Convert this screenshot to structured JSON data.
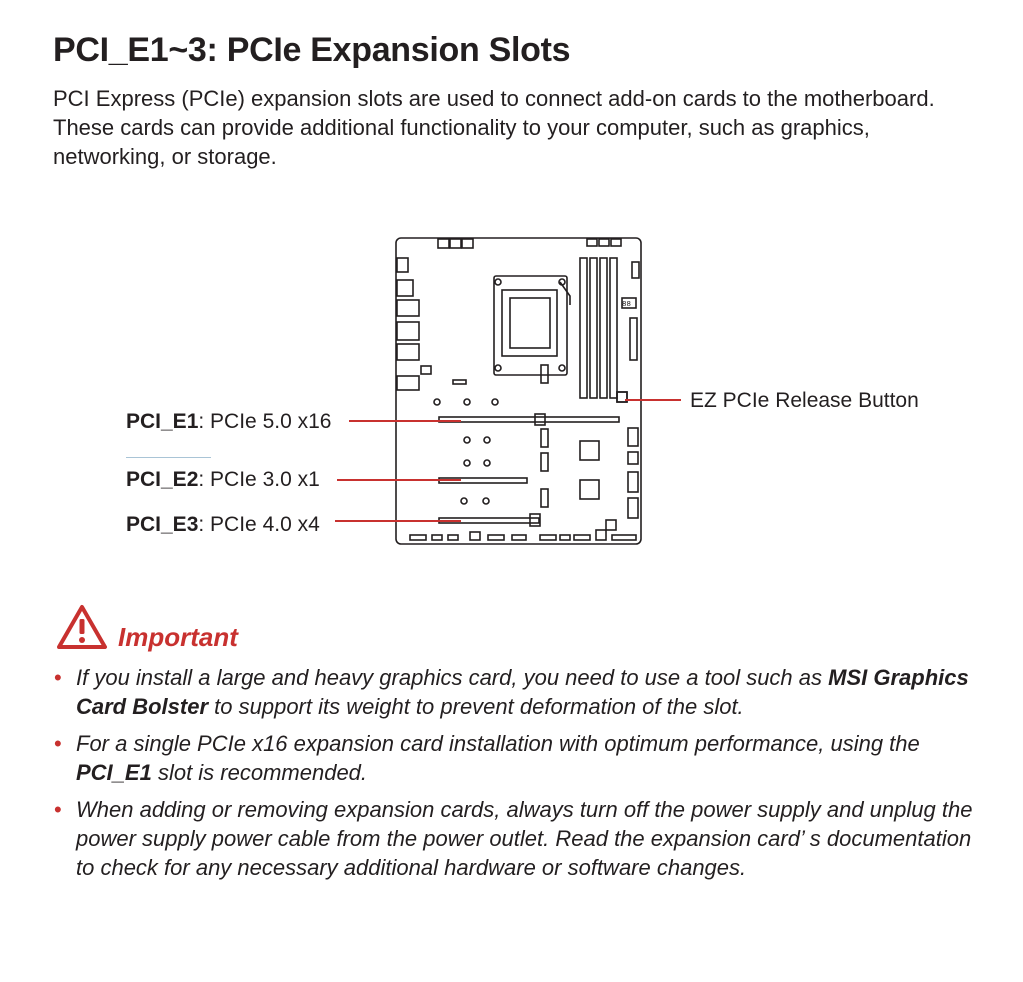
{
  "page": {
    "title": "PCI_E1~3: PCIe Expansion Slots",
    "intro": "PCI Express (PCIe) expansion slots are used to connect add-on cards to the motherboard. These cards can provide additional functionality to your computer, such as graphics, networking, or storage."
  },
  "diagram": {
    "slots": [
      {
        "name": "PCI_E1",
        "spec": ": PCIe 5.0 x16"
      },
      {
        "name": "PCI_E2",
        "spec": ": PCIe 3.0 x1"
      },
      {
        "name": "PCI_E3",
        "spec": ": PCIe 4.0 x4"
      }
    ],
    "release_button_label": "EZ PCIe Release Button",
    "accent_color": "#c8312f"
  },
  "important": {
    "icon": "warning-triangle-icon",
    "title": "Important",
    "notes": [
      {
        "parts": [
          {
            "text": "If you install a large and heavy graphics card, you need to use a tool such as "
          },
          {
            "text": "MSI Graphics Card Bolster",
            "bold": true
          },
          {
            "text": " to support its weight to prevent deformation of the slot."
          }
        ]
      },
      {
        "parts": [
          {
            "text": "For a single PCIe x16 expansion card installation with optimum performance, using the "
          },
          {
            "text": "PCI_E1",
            "bold": true
          },
          {
            "text": " slot is recommended."
          }
        ]
      },
      {
        "parts": [
          {
            "text": "When adding or removing expansion cards, always turn off the power supply and unplug the power supply power cable from the power outlet. Read the expansion card’ s documentation to check for any necessary additional hardware or software changes."
          }
        ]
      }
    ]
  }
}
